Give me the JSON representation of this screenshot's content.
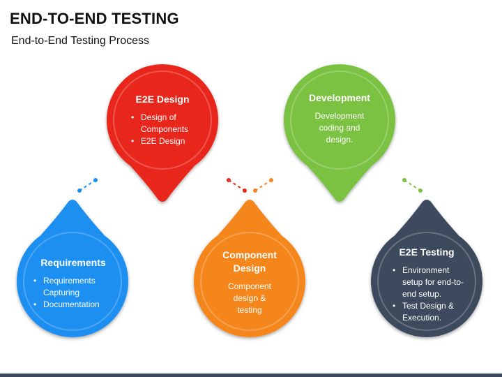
{
  "header": {
    "title": "END-TO-END TESTING",
    "subtitle": "End-to-End Testing Process"
  },
  "colors": {
    "e2e_design": "#e8271b",
    "development": "#7cc242",
    "requirements": "#1a8ff0",
    "component_design": "#f5861f",
    "e2e_testing": "#3d4a5c"
  },
  "nodes": {
    "e2e_design": {
      "heading": "E2E Design",
      "bullets": [
        "Design of Components",
        "E2E Design"
      ]
    },
    "development": {
      "heading": "Development",
      "body": "Development coding and design."
    },
    "requirements": {
      "heading": "Requirements",
      "bullets": [
        "Requirements Capturing",
        "Documentation"
      ]
    },
    "component_design": {
      "heading": "Component Design",
      "body": "Component design & testing"
    },
    "e2e_testing": {
      "heading": "E2E Testing",
      "bullets": [
        "Environment setup for end-to-end setup.",
        "Test Design & Execution."
      ]
    }
  }
}
